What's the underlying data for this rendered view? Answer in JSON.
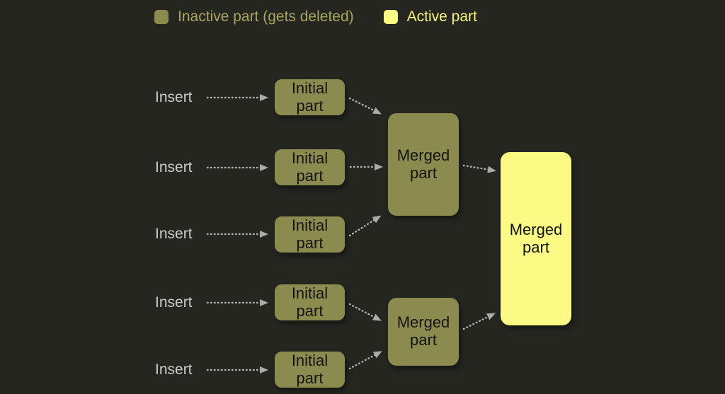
{
  "legend": {
    "items": [
      {
        "label": "Inactive part (gets deleted)",
        "swatch_color": "#8b8b4f",
        "text_color": "#a6a65e"
      },
      {
        "label": "Active part",
        "swatch_color": "#fafa85",
        "text_color": "#f5f57d"
      }
    ]
  },
  "inserts": [
    {
      "label": "Insert"
    },
    {
      "label": "Insert"
    },
    {
      "label": "Insert"
    },
    {
      "label": "Insert"
    },
    {
      "label": "Insert"
    }
  ],
  "boxes": {
    "initial": [
      {
        "line1": "Initial",
        "line2": "part"
      },
      {
        "line1": "Initial",
        "line2": "part"
      },
      {
        "line1": "Initial",
        "line2": "part"
      },
      {
        "line1": "Initial",
        "line2": "part"
      },
      {
        "line1": "Initial",
        "line2": "part"
      }
    ],
    "merged_top": {
      "line1": "Merged",
      "line2": "part"
    },
    "merged_bottom": {
      "line1": "Merged",
      "line2": "part"
    },
    "merged_active": {
      "line1": "Merged",
      "line2": "part"
    }
  },
  "colors": {
    "background": "#262621",
    "inactive_part": "#8b8b4f",
    "active_part": "#fafa85",
    "arrow": "#b5b5b5",
    "insert_text": "#cbcbcb",
    "box_text": "#141414"
  }
}
